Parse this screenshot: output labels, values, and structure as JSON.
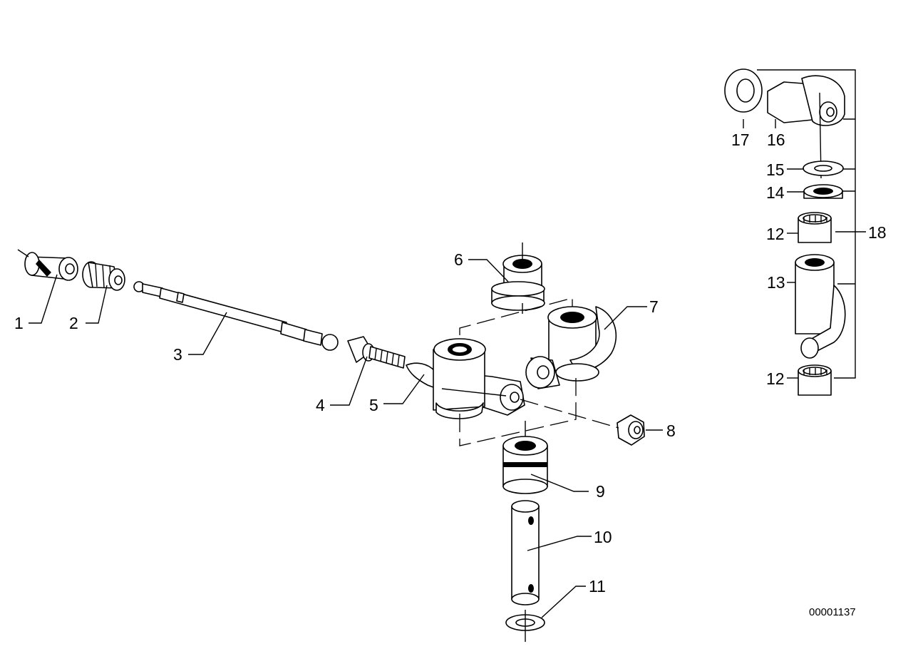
{
  "diagram": {
    "reference_number": "00001137",
    "callouts": [
      {
        "id": "1",
        "text": "1"
      },
      {
        "id": "2",
        "text": "2"
      },
      {
        "id": "3",
        "text": "3"
      },
      {
        "id": "4",
        "text": "4"
      },
      {
        "id": "5",
        "text": "5"
      },
      {
        "id": "6",
        "text": "6"
      },
      {
        "id": "7",
        "text": "7"
      },
      {
        "id": "8",
        "text": "8"
      },
      {
        "id": "9",
        "text": "9"
      },
      {
        "id": "10",
        "text": "10"
      },
      {
        "id": "11",
        "text": "11"
      },
      {
        "id": "12a",
        "text": "12"
      },
      {
        "id": "12b",
        "text": "12"
      },
      {
        "id": "13",
        "text": "13"
      },
      {
        "id": "14",
        "text": "14"
      },
      {
        "id": "15",
        "text": "15"
      },
      {
        "id": "16",
        "text": "16"
      },
      {
        "id": "17",
        "text": "17"
      },
      {
        "id": "18",
        "text": "18"
      }
    ]
  }
}
